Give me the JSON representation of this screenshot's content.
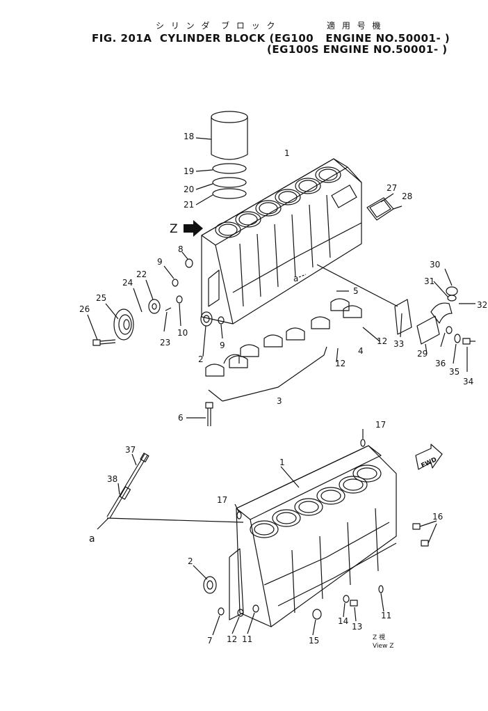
{
  "header": {
    "jp_name": "シ リ ン ダ  ブ ロ ッ ク",
    "jp_applicable": "適 用 号 機",
    "title_line1": "FIG. 201A  CYLINDER BLOCK (EG100   ENGINE NO.50001- )",
    "title_line2": "(EG100S ENGINE NO.50001- )"
  },
  "callouts": {
    "c1_top": "1",
    "c1_bot": "1",
    "c2_top": "2",
    "c2_bot": "2",
    "c3": "3",
    "c4": "4",
    "c5": "5",
    "c6": "6",
    "c7": "7",
    "c8": "8",
    "c9_a": "9",
    "c9_b": "9",
    "c10": "10",
    "c11_a": "11",
    "c11_b": "11",
    "c12_a": "12",
    "c12_b": "12",
    "c12_c": "12",
    "c13": "13",
    "c14": "14",
    "c15": "15",
    "c16": "16",
    "c17_a": "17",
    "c17_b": "17",
    "c18": "18",
    "c19": "19",
    "c20": "20",
    "c21": "21",
    "c22": "22",
    "c23": "23",
    "c24": "24",
    "c25": "25",
    "c26": "26",
    "c27": "27",
    "c28": "28",
    "c29": "29",
    "c30": "30",
    "c31": "31",
    "c32": "32",
    "c33": "33",
    "c34": "34",
    "c35": "35",
    "c36": "36",
    "c37": "37",
    "c38": "38"
  },
  "markers": {
    "view_letter": "Z",
    "ref_upper": "a",
    "ref_lower": "a",
    "fwd": "FWD",
    "view_caption_jp": "Z 視",
    "view_caption_en": "View Z"
  }
}
